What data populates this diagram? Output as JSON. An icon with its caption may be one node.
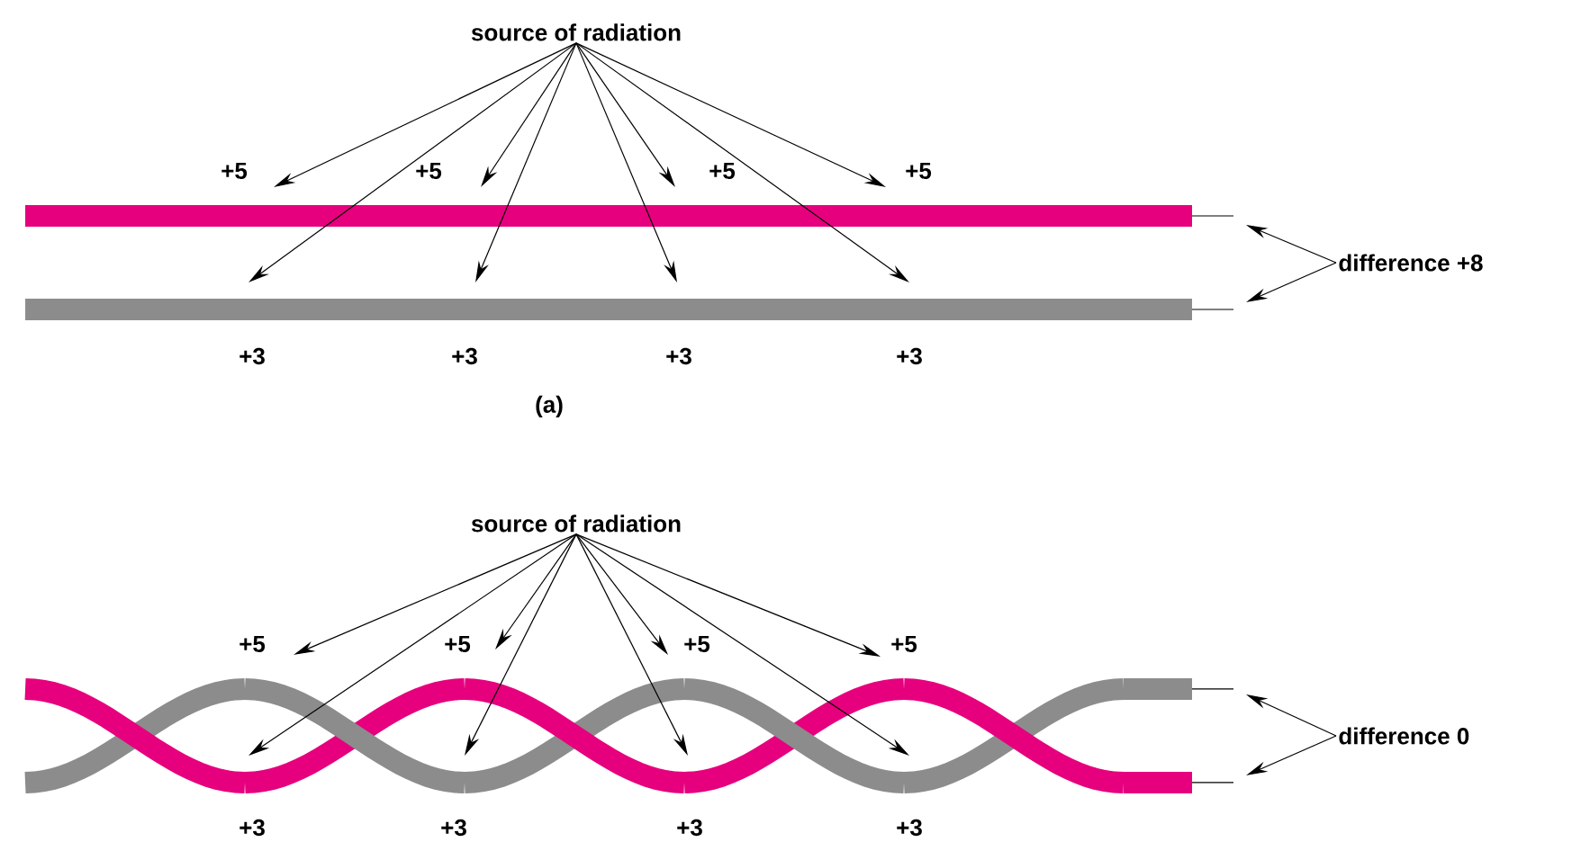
{
  "diagram": {
    "nodes": [
      {
        "text": [
          "source of radiation"
        ]
      },
      {
        "text": [
          "difference +8"
        ]
      },
      {
        "text": [
          "source of radiation"
        ]
      },
      {
        "text": [],
        "shape": "picture"
      },
      {
        "text": [
          "difference 0"
        ]
      }
    ],
    "edges": [
      {
        "from": 0,
        "to": null,
        "arrow": "to"
      },
      {
        "from": 0,
        "to": null,
        "arrow": "to"
      },
      {
        "from": 0,
        "to": null,
        "arrow": "to"
      },
      {
        "from": 0,
        "to": null,
        "arrow": "to"
      },
      {
        "from": 0,
        "to": null,
        "arrow": "to"
      },
      {
        "from": 0,
        "to": null,
        "arrow": "to"
      },
      {
        "from": 0,
        "to": null,
        "arrow": "to"
      },
      {
        "from": 0,
        "to": null,
        "arrow": "to"
      },
      {
        "from": 1,
        "to": null,
        "arrow": "to"
      },
      {
        "from": 1,
        "to": null,
        "arrow": "to"
      },
      {
        "from": 2,
        "to": 3,
        "arrow": "to"
      },
      {
        "from": 2,
        "to": 3,
        "arrow": "to"
      },
      {
        "from": 2,
        "to": 3,
        "arrow": "to"
      },
      {
        "from": 2,
        "to": 3,
        "arrow": "to"
      },
      {
        "from": 2,
        "to": 3,
        "arrow": "to"
      },
      {
        "from": 2,
        "to": 3,
        "arrow": "to"
      },
      {
        "from": 2,
        "to": 3,
        "arrow": "to"
      },
      {
        "from": 2,
        "to": 3,
        "arrow": "to"
      },
      {
        "from": 4,
        "to": 3,
        "arrow": "to"
      },
      {
        "from": 4,
        "to": 3,
        "arrow": "to"
      }
    ],
    "labels": [
      "+5",
      "+5",
      "+5",
      "+5",
      "+3",
      "+3",
      "+3",
      "+3",
      "(a)",
      "+5",
      "+5",
      "+5",
      "+5",
      "+3",
      "+3",
      "+3",
      "+3"
    ]
  }
}
